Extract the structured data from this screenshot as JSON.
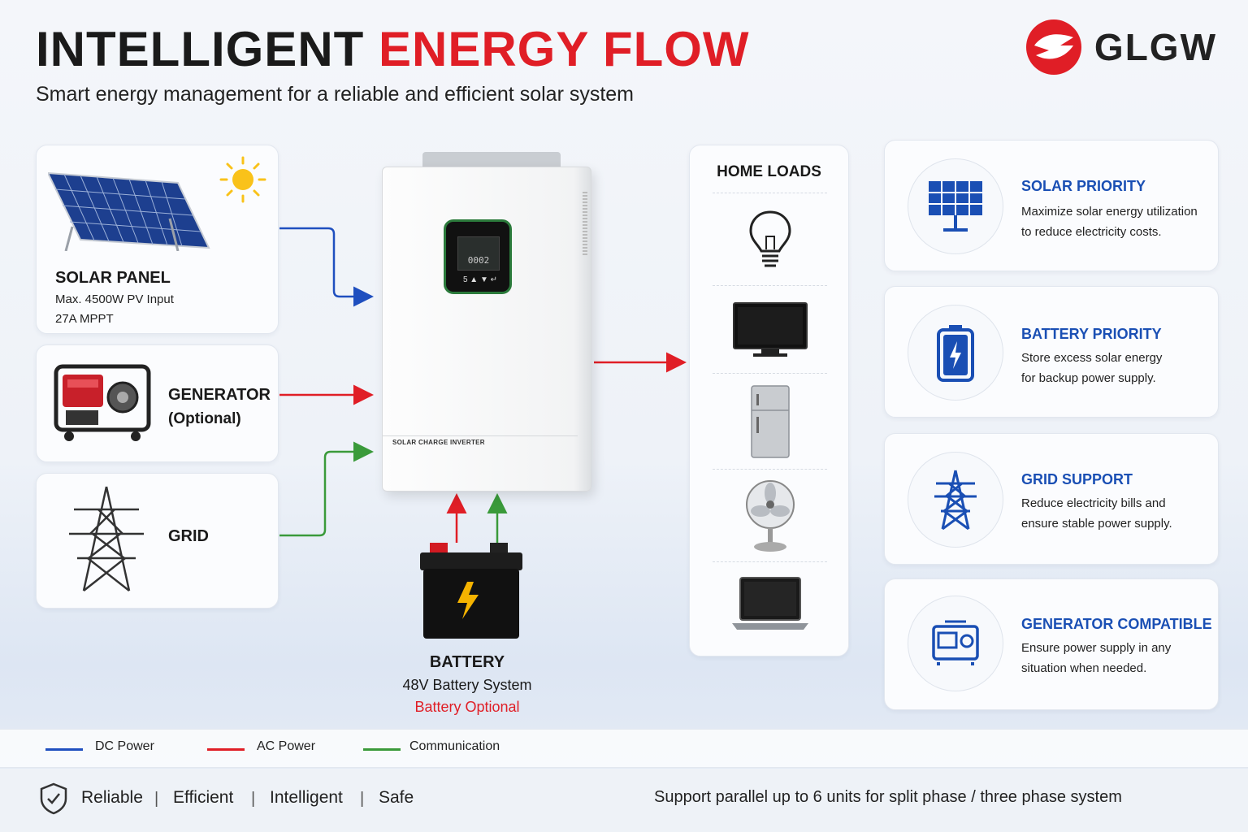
{
  "header": {
    "title_black": "INTELLIGENT",
    "title_red": "ENERGY FLOW",
    "subtitle": "Smart energy management for a reliable and efficient solar system",
    "brand": "GLGW"
  },
  "sources": {
    "solar": {
      "title": "SOLAR PANEL",
      "line1": "Max. 4500W PV Input",
      "line2": "27A MPPT"
    },
    "generator": {
      "title": "GENERATOR",
      "line1": "(Optional)"
    },
    "grid": {
      "title": "GRID"
    }
  },
  "inverter": {
    "label": "SOLAR CHARGE INVERTER",
    "display": "0002",
    "buttons": "5 ▲ ▼ ↵"
  },
  "battery": {
    "title": "BATTERY",
    "line1": "48V Battery System",
    "line2": "Battery Optional"
  },
  "loads": {
    "title": "HOME LOADS",
    "items": [
      "light-bulb-icon",
      "tv-icon",
      "fridge-icon",
      "fan-icon",
      "laptop-icon"
    ]
  },
  "features": [
    {
      "title": "SOLAR PRIORITY",
      "line1": "Maximize solar energy utilization",
      "line2": "to reduce electricity costs.",
      "icon": "solar-panel-icon"
    },
    {
      "title": "BATTERY PRIORITY",
      "line1": "Store excess solar energy",
      "line2": "for backup power supply.",
      "icon": "battery-icon"
    },
    {
      "title": "GRID SUPPORT",
      "line1": "Reduce electricity bills and",
      "line2": "ensure stable power supply.",
      "icon": "transmission-tower-icon"
    },
    {
      "title": "GENERATOR COMPATIBLE",
      "line1": "Ensure power supply in any",
      "line2": "situation when needed.",
      "icon": "generator-icon"
    }
  ],
  "legend": [
    {
      "label": "DC Power",
      "color": "#1f4fbf"
    },
    {
      "label": "AC Power",
      "color": "#e01e26"
    },
    {
      "label": "Communication",
      "color": "#3a9a3a"
    }
  ],
  "footer": {
    "items": [
      "Reliable",
      "Efficient",
      "Intelligent",
      "Safe"
    ],
    "note": "Support parallel up to 6 units for split phase / three phase system"
  }
}
